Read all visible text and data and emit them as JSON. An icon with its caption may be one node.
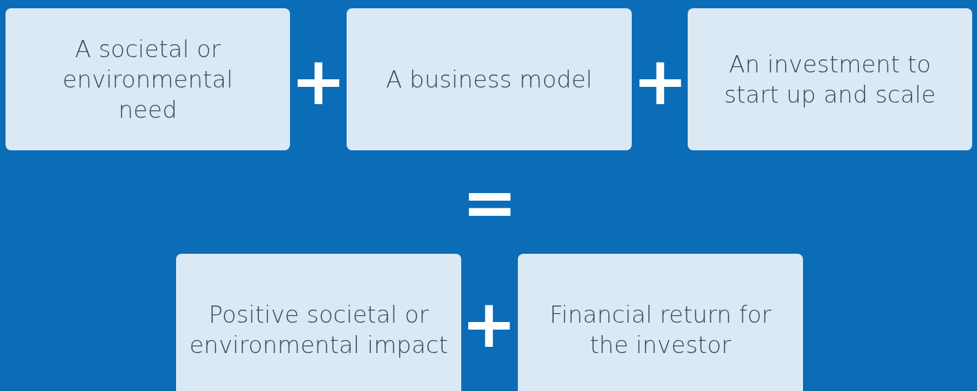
{
  "diagram": {
    "nodes": [
      {
        "text": [
          "A societal or environmental need"
        ]
      },
      {
        "text": [
          "A business model"
        ]
      },
      {
        "text": [
          "An investment to start up and scale"
        ]
      },
      {
        "text": [
          "Positive societal or environmental impact"
        ]
      },
      {
        "text": [
          "Financial return for the investor"
        ]
      }
    ],
    "labels": [
      "+",
      "+",
      "=",
      "+"
    ]
  }
}
